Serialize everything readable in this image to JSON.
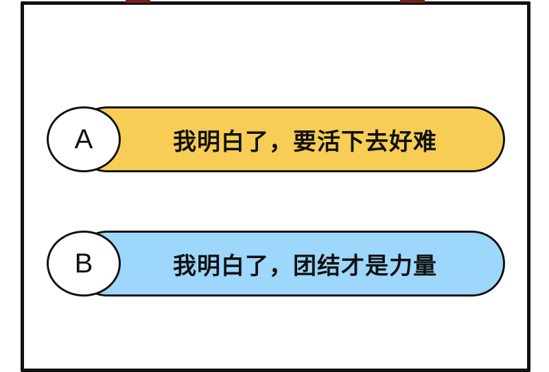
{
  "options": [
    {
      "letter": "A",
      "text": "我明白了，要活下去好难",
      "color": "#f7cd55"
    },
    {
      "letter": "B",
      "text": "我明白了，团结才是力量",
      "color": "#9dd7fb"
    }
  ]
}
